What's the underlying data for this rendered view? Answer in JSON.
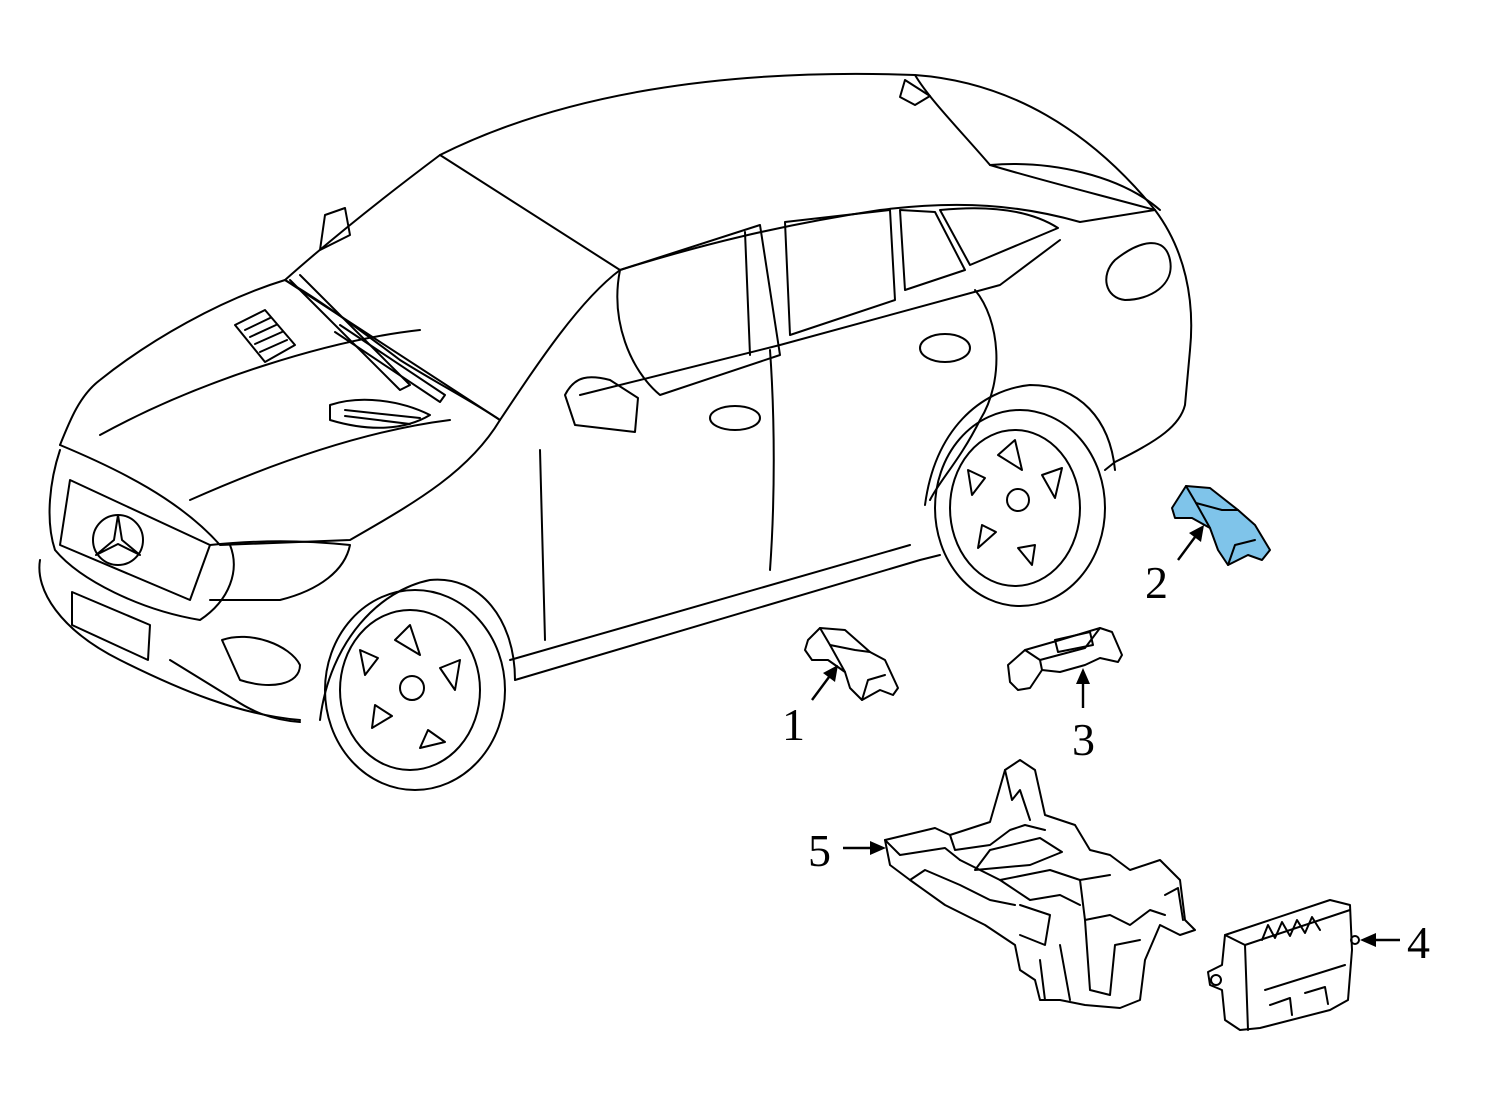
{
  "callouts": [
    {
      "id": "1",
      "label": "1",
      "part": "sensor-bracket-left",
      "highlighted": false
    },
    {
      "id": "2",
      "label": "2",
      "part": "sensor-bracket-rear",
      "highlighted": true
    },
    {
      "id": "3",
      "label": "3",
      "part": "sensor-bracket-center",
      "highlighted": false
    },
    {
      "id": "4",
      "label": "4",
      "part": "control-module",
      "highlighted": false
    },
    {
      "id": "5",
      "label": "5",
      "part": "module-carrier",
      "highlighted": false
    }
  ],
  "colors": {
    "line": "#000000",
    "background": "#ffffff",
    "highlight": "#7fc4ea"
  }
}
